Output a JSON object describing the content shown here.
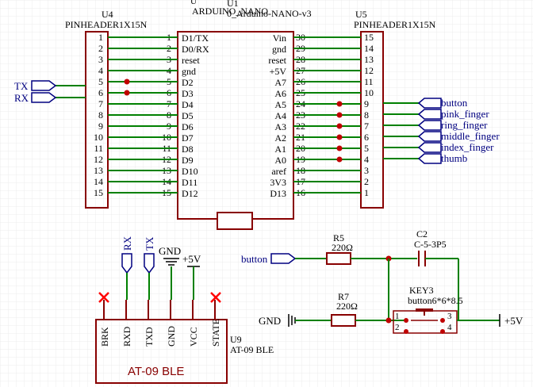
{
  "colors": {
    "background": "#ffffff",
    "grid": "#e8e8e8",
    "wire": "#008000",
    "component": "#880000",
    "pin_number": "#000000",
    "net_label": "#000080",
    "junction": "#c00000",
    "no_connect": "#ff0000"
  },
  "u4": {
    "ref": "U4",
    "value": "PINHEADER1X15N",
    "pins": [
      "1",
      "2",
      "3",
      "4",
      "5",
      "6",
      "7",
      "8",
      "9",
      "10",
      "11",
      "12",
      "13",
      "14",
      "15"
    ]
  },
  "u1": {
    "ref_top": "U",
    "ref": "U1",
    "name": "ARDUINO_NANO",
    "value": "0_Arduino-NANO-v3",
    "left_pins": [
      {
        "num": "1",
        "name": "D1/TX"
      },
      {
        "num": "2",
        "name": "D0/RX"
      },
      {
        "num": "3",
        "name": "reset"
      },
      {
        "num": "4",
        "name": "gnd"
      },
      {
        "num": "5",
        "name": "D2"
      },
      {
        "num": "6",
        "name": "D3"
      },
      {
        "num": "7",
        "name": "D4"
      },
      {
        "num": "8",
        "name": "D5"
      },
      {
        "num": "9",
        "name": "D6"
      },
      {
        "num": "10",
        "name": "D7"
      },
      {
        "num": "11",
        "name": "D8"
      },
      {
        "num": "12",
        "name": "D9"
      },
      {
        "num": "13",
        "name": "D10"
      },
      {
        "num": "14",
        "name": "D11"
      },
      {
        "num": "15",
        "name": "D12"
      }
    ],
    "right_pins": [
      {
        "num": "30",
        "name": "Vin"
      },
      {
        "num": "29",
        "name": "gnd"
      },
      {
        "num": "28",
        "name": "reset"
      },
      {
        "num": "27",
        "name": "+5V"
      },
      {
        "num": "26",
        "name": "A7"
      },
      {
        "num": "25",
        "name": "A6"
      },
      {
        "num": "24",
        "name": "A5"
      },
      {
        "num": "23",
        "name": "A4"
      },
      {
        "num": "22",
        "name": "A3"
      },
      {
        "num": "21",
        "name": "A2"
      },
      {
        "num": "20",
        "name": "A1"
      },
      {
        "num": "19",
        "name": "A0"
      },
      {
        "num": "18",
        "name": "aref"
      },
      {
        "num": "17",
        "name": "3V3"
      },
      {
        "num": "16",
        "name": "D13"
      }
    ]
  },
  "u5": {
    "ref": "U5",
    "value": "PINHEADER1X15N",
    "pins": [
      "15",
      "14",
      "13",
      "12",
      "11",
      "10",
      "9",
      "8",
      "7",
      "6",
      "5",
      "4",
      "3",
      "2",
      "1"
    ]
  },
  "net_ports_left": [
    "TX",
    "RX"
  ],
  "finger_nets": [
    "button",
    "pink_finger",
    "ring_finger",
    "middle_finger",
    "index_finger",
    "thumb"
  ],
  "r5": {
    "ref": "R5",
    "value": "220Ω"
  },
  "r7": {
    "ref": "R7",
    "value": "220Ω"
  },
  "c2": {
    "ref": "C2",
    "value": "C-5-3P5"
  },
  "key3": {
    "ref": "KEY3",
    "value": "button6*6*8.5",
    "pins": [
      "1",
      "2",
      "3",
      "4"
    ]
  },
  "button_port": "button",
  "gnd_label": "GND",
  "vcc_label": "+5V",
  "u9": {
    "ref": "U9",
    "value": "AT-09 BLE",
    "title": "AT-09 BLE",
    "pins": [
      "BRK",
      "RXD",
      "TXD",
      "GND",
      "VCC",
      "STATE"
    ],
    "rx_label": "RX",
    "tx_label": "TX",
    "gnd_label": "GND",
    "vcc_label": "+5V"
  }
}
